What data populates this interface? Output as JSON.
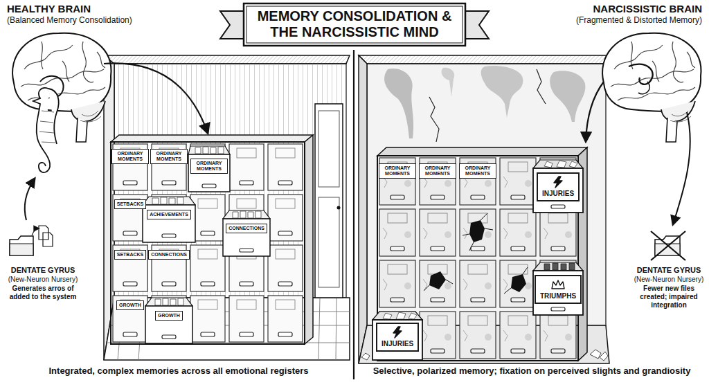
{
  "diagram": {
    "title": "MEMORY CONSOLIDATION & THE NARCISSISTIC MIND",
    "nodes": [
      {
        "text": [
          "ORDINARY MOMENTS"
        ]
      },
      {
        "text": [
          "ORDINARY MOMENTS"
        ]
      },
      {
        "text": [
          "ORDINARY MOMENTS"
        ]
      },
      {
        "text": [
          "SETBACKS"
        ]
      },
      {
        "text": [
          "ACHIEVEMENTS"
        ]
      },
      {
        "text": [
          "CONNECTIONS"
        ]
      },
      {
        "text": [
          "SETBACKS"
        ]
      },
      {
        "text": [
          "CONNECTIONS"
        ]
      },
      {
        "text": [
          "GROWTH"
        ]
      },
      {
        "text": [
          "GROWTH"
        ]
      },
      {
        "text": [
          "ORDINARY MOMENTS"
        ]
      },
      {
        "text": [
          "ORDINARY MOMENTS"
        ]
      },
      {
        "text": [
          "ORDINARY MOMENTS"
        ]
      },
      {
        "text": [
          "INJURIES"
        ]
      },
      {
        "text": [
          "TRIUMPHS"
        ]
      },
      {
        "text": [
          "INJURIES"
        ]
      }
    ],
    "labels": [
      "HEALTHY BRAIN",
      "(Balanced Memory Consolidation)",
      "NARCISSISTIC BRAIN",
      "(Fragmented & Distorted Memory)",
      "DENTATE GYRUS",
      "(New-Neuron Nursery)",
      "Generates arros of added to the system",
      "DENTATE GYRUS",
      "(New-Neuron Nursery)",
      "Fewer new files created; impaired integration",
      "Integrated, complex memories across all emotional registers",
      "Selective, polarized memory; fixation on perceived slights and grandiosity"
    ]
  }
}
